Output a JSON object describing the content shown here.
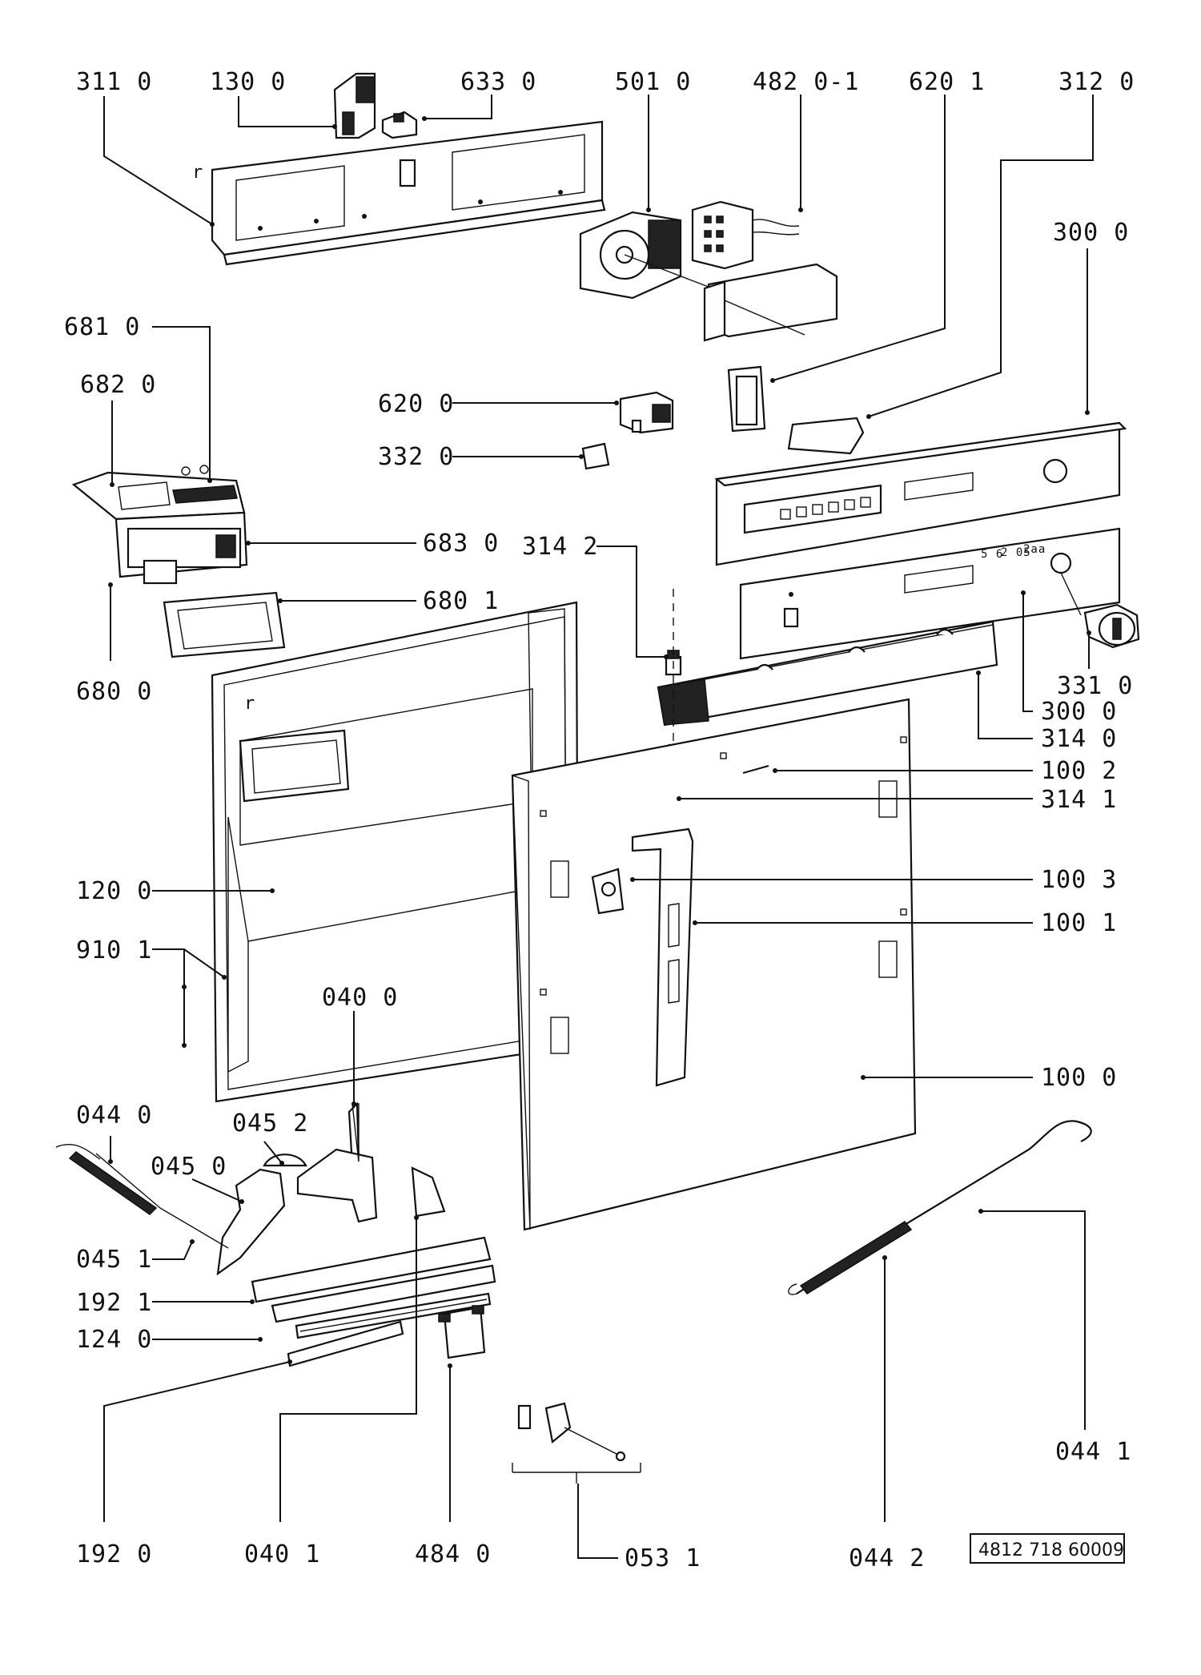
{
  "labels": {
    "p311_0": "311 0",
    "p130_0": "130 0",
    "p633_0": "633 0",
    "p501_0": "501 0",
    "p482_0_1": "482 0-1",
    "p620_1": "620 1",
    "p312_0": "312 0",
    "p300_0_top": "300 0",
    "p681_0": "681 0",
    "p682_0": "682 0",
    "p620_0": "620 0",
    "p332_0": "332 0",
    "p683_0": "683 0",
    "p314_2": "314 2",
    "p680_1": "680 1",
    "p680_0": "680 0",
    "p331_0": "331 0",
    "p300_0": "300 0",
    "p314_0": "314 0",
    "p100_2": "100 2",
    "p314_1": "314 1",
    "p100_3": "100 3",
    "p100_1": "100 1",
    "p120_0": "120 0",
    "p910_1": "910 1",
    "p040_0": "040 0",
    "p100_0": "100 0",
    "p044_0": "044 0",
    "p045_2": "045 2",
    "p045_0": "045 0",
    "p045_1": "045 1",
    "p192_1": "192 1",
    "p124_0": "124 0",
    "p044_1": "044 1",
    "p192_0": "192 0",
    "p040_1": "040 1",
    "p484_0": "484 0",
    "p053_1": "053 1",
    "p044_2": "044 2"
  },
  "panel_marks": {
    "r_top": "r",
    "r_frame": "r",
    "panel_text_1": "5 6",
    "panel_text_2": "2 05",
    "panel_text_3": "2aa"
  },
  "reference_code": "4812 718 60009"
}
